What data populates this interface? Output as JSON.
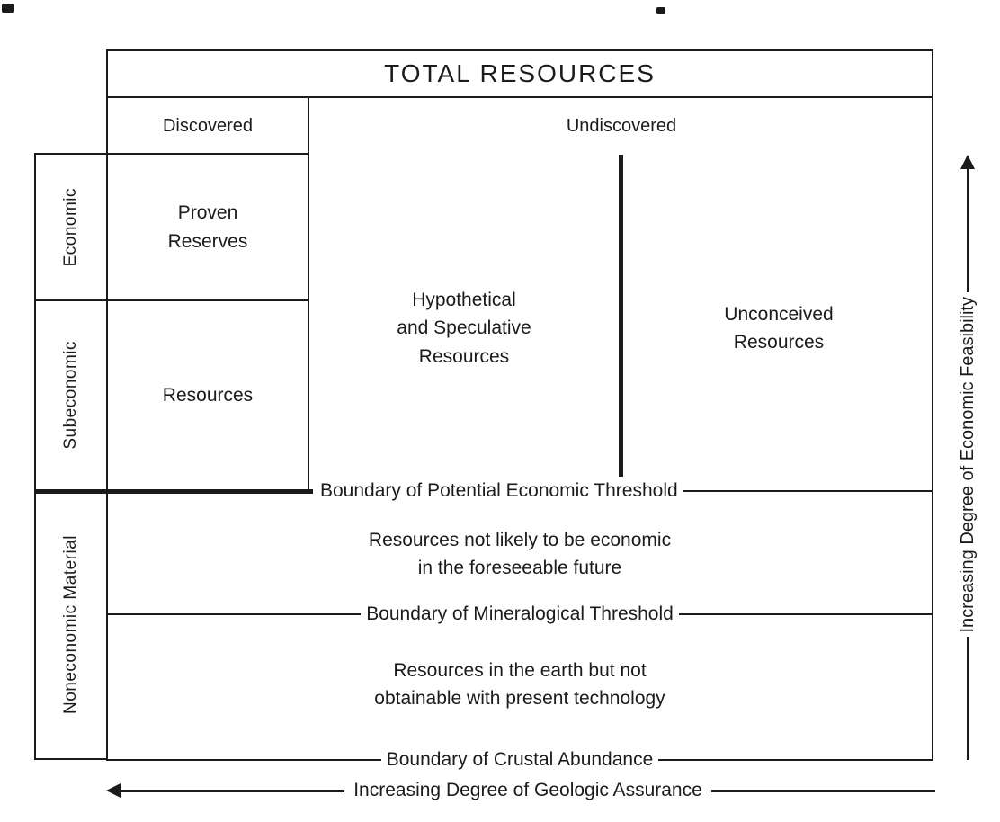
{
  "title": "TOTAL RESOURCES",
  "headers": {
    "discovered": "Discovered",
    "undiscovered": "Undiscovered"
  },
  "row_labels": {
    "economic": "Economic",
    "subeconomic": "Subeconomic",
    "noneconomic": "Noneconomic Material"
  },
  "cells": {
    "proven_reserves": "Proven\nReserves",
    "resources": "Resources",
    "hypothetical": "Hypothetical\nand Speculative\nResources",
    "unconceived": "Unconceived\nResources"
  },
  "boundaries": {
    "potential_economic": "Boundary of Potential Economic Threshold",
    "mineralogical": "Boundary of Mineralogical Threshold",
    "crustal": "Boundary of Crustal Abundance"
  },
  "notes": {
    "not_likely_economic": "Resources not likely to be economic\nin the foreseeable future",
    "not_obtainable": "Resources in the earth but not\nobtainable with present technology"
  },
  "axes": {
    "economic_feasibility": "Increasing Degree of Economic Feasibility",
    "geologic_assurance": "Increasing Degree of Geologic Assurance"
  },
  "colors": {
    "ink": "#1b1b1b",
    "background": "#ffffff"
  }
}
